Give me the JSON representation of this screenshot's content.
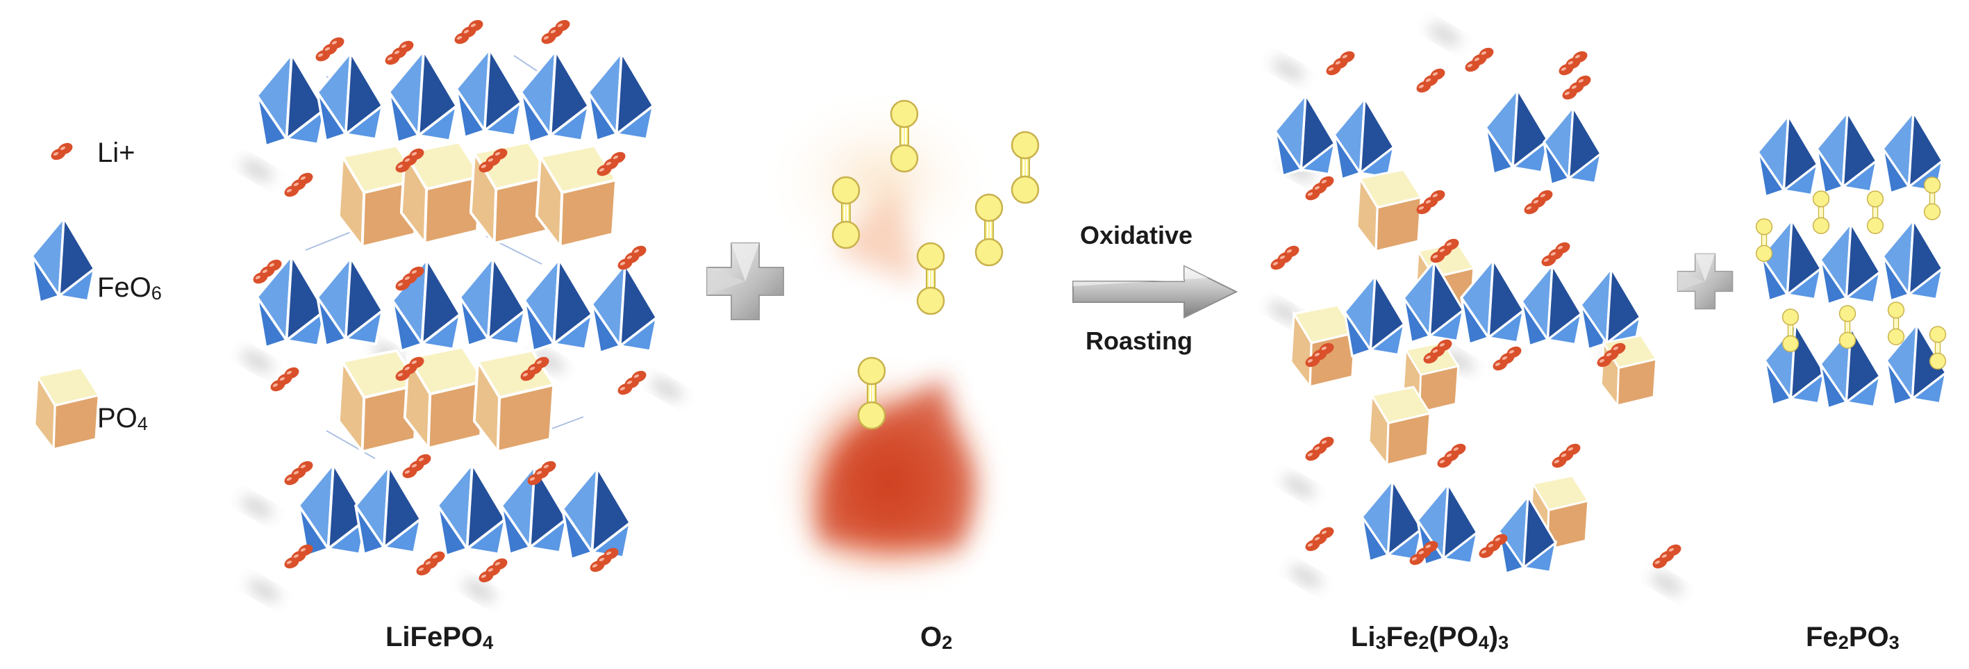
{
  "legend": {
    "li": "Li+",
    "feo6": "FeO6",
    "po4": "PO4"
  },
  "arrow": {
    "line1": "Oxidative",
    "line2": "Roasting"
  },
  "captions": {
    "lifepo4": [
      "LiFePO",
      "4"
    ],
    "o2": [
      "O",
      "2"
    ],
    "li3fe2po43": [
      "Li",
      "3",
      "Fe",
      "2",
      "(PO",
      "4",
      ")",
      "3"
    ],
    "fe2po3": [
      "Fe",
      "2",
      "PO",
      "3"
    ]
  },
  "colors": {
    "feo6_face": "#4d8fe0",
    "feo6_dark": "#244f9a",
    "po4_light": "#f7efb8",
    "po4_dark": "#e1a770",
    "li_ion": "#d9502b",
    "o2_atom": "#fbf18a",
    "flame": "#d5421f",
    "plus": "#a8a8a8"
  },
  "icons": [
    "li-ion-icon",
    "feo6-octahedron-icon",
    "po4-tetrahedron-icon",
    "plus-icon",
    "reaction-arrow-icon",
    "o2-molecule-icon",
    "flame-icon"
  ]
}
